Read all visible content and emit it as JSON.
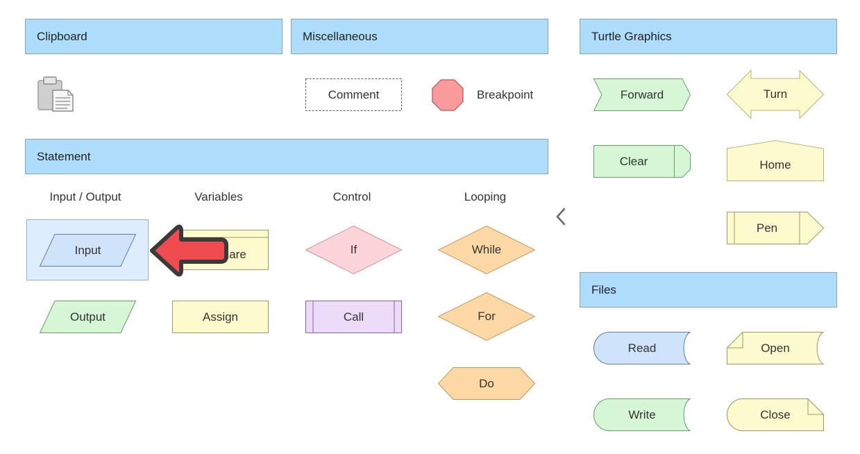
{
  "sections": {
    "clipboard": "Clipboard",
    "miscellaneous": "Miscellaneous",
    "statement": "Statement",
    "turtle_graphics": "Turtle Graphics",
    "files": "Files"
  },
  "misc": {
    "comment": "Comment",
    "breakpoint": "Breakpoint"
  },
  "statement": {
    "columns": [
      "Input / Output",
      "Variables",
      "Control",
      "Looping"
    ],
    "input": "Input",
    "output": "Output",
    "declare": "Declare",
    "assign": "Assign",
    "if": "If",
    "call": "Call",
    "while": "While",
    "for": "For",
    "do": "Do"
  },
  "turtle": {
    "forward": "Forward",
    "turn": "Turn",
    "clear": "Clear",
    "home": "Home",
    "pen": "Pen"
  },
  "files": {
    "read": "Read",
    "open": "Open",
    "write": "Write",
    "close": "Close"
  },
  "icons": {
    "clipboard": "clipboard-icon",
    "collapse": "chevron-left-icon",
    "pointer": "arrow-left-icon"
  },
  "colors": {
    "header_bg": "#aedcfb",
    "io_blue": "#cfe3fb",
    "green": "#d6f7d6",
    "yellow": "#fdfbce",
    "pink": "#fdd5d9",
    "purple": "#ecdcfa",
    "orange": "#fbd8a4",
    "breakpoint_red": "#f99a9c",
    "arrow_red": "#f04c50"
  }
}
